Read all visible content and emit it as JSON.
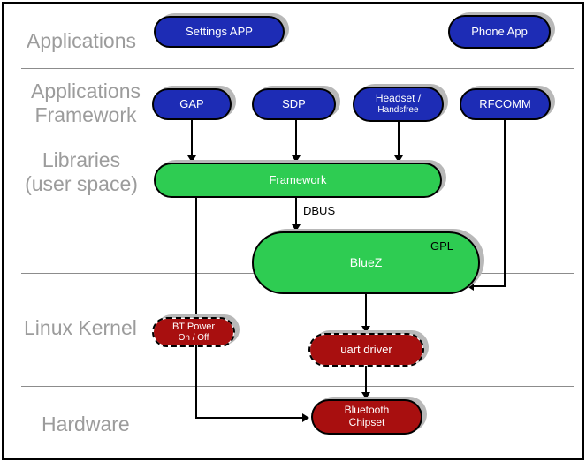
{
  "row_labels": {
    "applications": "Applications",
    "app_framework_line1": "Applications",
    "app_framework_line2": "Framework",
    "libraries_line1": "Libraries",
    "libraries_line2": "(user space)",
    "linux_kernel": "Linux Kernel",
    "hardware": "Hardware"
  },
  "nodes": {
    "settings_app": {
      "label": "Settings APP"
    },
    "phone_app": {
      "label": "Phone App"
    },
    "gap": {
      "label": "GAP"
    },
    "sdp": {
      "label": "SDP"
    },
    "headset": {
      "line1": "Headset /",
      "line2": "Handsfree"
    },
    "rfcomm": {
      "label": "RFCOMM"
    },
    "framework": {
      "label": "Framework"
    },
    "bluez": {
      "label": "BlueZ",
      "badge": "GPL"
    },
    "bt_power": {
      "line1": "BT Power",
      "line2": "On / Off"
    },
    "uart_driver": {
      "label": "uart driver"
    },
    "bt_chipset": {
      "line1": "Bluetooth",
      "line2": "Chipset"
    }
  },
  "edge_labels": {
    "dbus": "DBUS"
  },
  "colors": {
    "app_blue": "#1d2cb5",
    "lib_green": "#2ecc52",
    "kernel_red": "#a80f0f",
    "label_gray": "#9c9c9c",
    "divider_gray": "#8c8c8c",
    "shadow_gray": "#b8b8b8",
    "line_black": "#000000"
  }
}
